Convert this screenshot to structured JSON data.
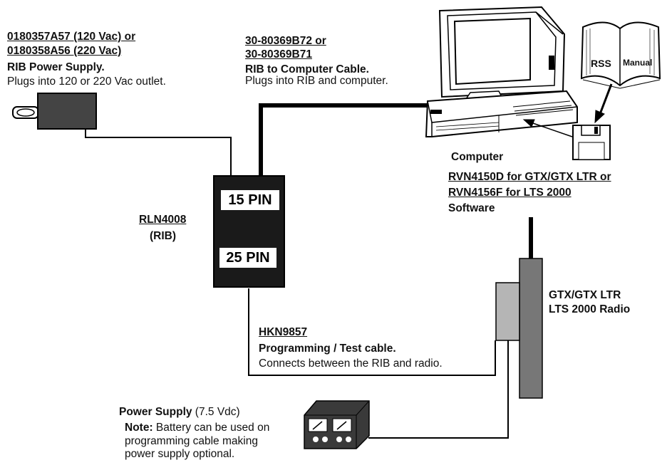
{
  "psu": {
    "part1": "0180357A57 (120 Vac) or",
    "part2": "0180358A56 (220 Vac)",
    "title": "RIB Power Supply.",
    "desc": "Plugs into 120 or 220 Vac outlet."
  },
  "cable": {
    "part1": "30-80369B72 or",
    "part2": "30-80369B71",
    "title": "RIB to Computer Cable.",
    "desc": "Plugs into RIB and computer."
  },
  "rib": {
    "model": "RLN4008",
    "name": "(RIB)",
    "pin15": "15 PIN",
    "pin25": "25 PIN"
  },
  "computer": {
    "label": "Computer",
    "soft1": "RVN4150D for GTX/GTX LTR or",
    "soft2": "RVN4156F for LTS 2000",
    "soft3": "Software"
  },
  "manuals": {
    "rss": "RSS",
    "manual": "Manual"
  },
  "radio": {
    "line1": "GTX/GTX LTR",
    "line2": "LTS 2000 Radio"
  },
  "prog_cable": {
    "part": "HKN9857",
    "title": "Programming / Test cable.",
    "desc": "Connects between the RIB and radio."
  },
  "bench_psu": {
    "title": "Power Supply",
    "voltage": " (7.5 Vdc)",
    "note_label": "Note:",
    "note1": " Battery can be used on",
    "note2": "programming cable making",
    "note3": "power supply optional."
  }
}
